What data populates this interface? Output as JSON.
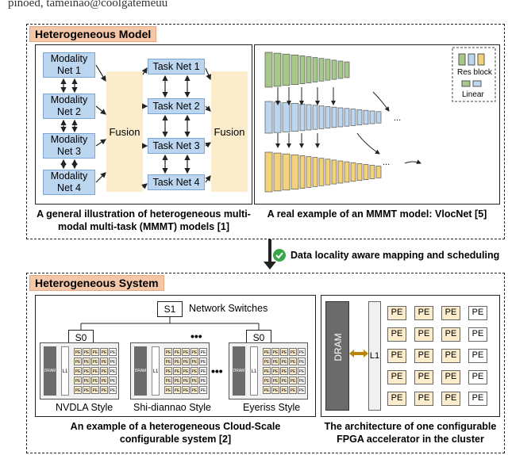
{
  "header_fragment": "pinoed, tameinao@coolgatemeuu",
  "top": {
    "tag": "Heterogeneous Model",
    "modality_nets": [
      "Modality Net 1",
      "Modality Net 2",
      "Modality Net 3",
      "Modality Net 4"
    ],
    "task_nets": [
      "Task Net 1",
      "Task Net 2",
      "Task Net 3",
      "Task Net 4"
    ],
    "fusion_label": "Fusion",
    "legend_res": "Res block",
    "legend_linear": "Linear",
    "dots": "...",
    "caption_left": "A general illustration of heterogeneous multi-modal multi-task (MMMT) models [1]",
    "caption_right": "A real example of an MMMT model: VlocNet [5]"
  },
  "middle": {
    "text": "Data locality aware mapping and scheduling"
  },
  "bottom": {
    "tag": "Heterogeneous System",
    "s1": "S1",
    "network_switches": "Network Switches",
    "s0": "S0",
    "dots": "•••",
    "dram_small": "DRAM",
    "l1_small": "L1",
    "styles": [
      "NVDLA Style",
      "Shi-diannao Style",
      "Eyeriss Style"
    ],
    "pe": "PE",
    "dram": "DRAM",
    "l1": "L1",
    "caption_left": "An example of a heterogeneous Cloud-Scale configurable system [2]",
    "caption_right": "The architecture of one configurable FPGA accelerator in the cluster"
  },
  "colors": {
    "tag": "#f5c7a9",
    "blue": "#bcd6ef",
    "fusion": "#fbeccb",
    "green": "#a6c98a",
    "ylw": "#f2d27a",
    "arrowgold": "#b8860b",
    "check": "#3aa64a"
  }
}
